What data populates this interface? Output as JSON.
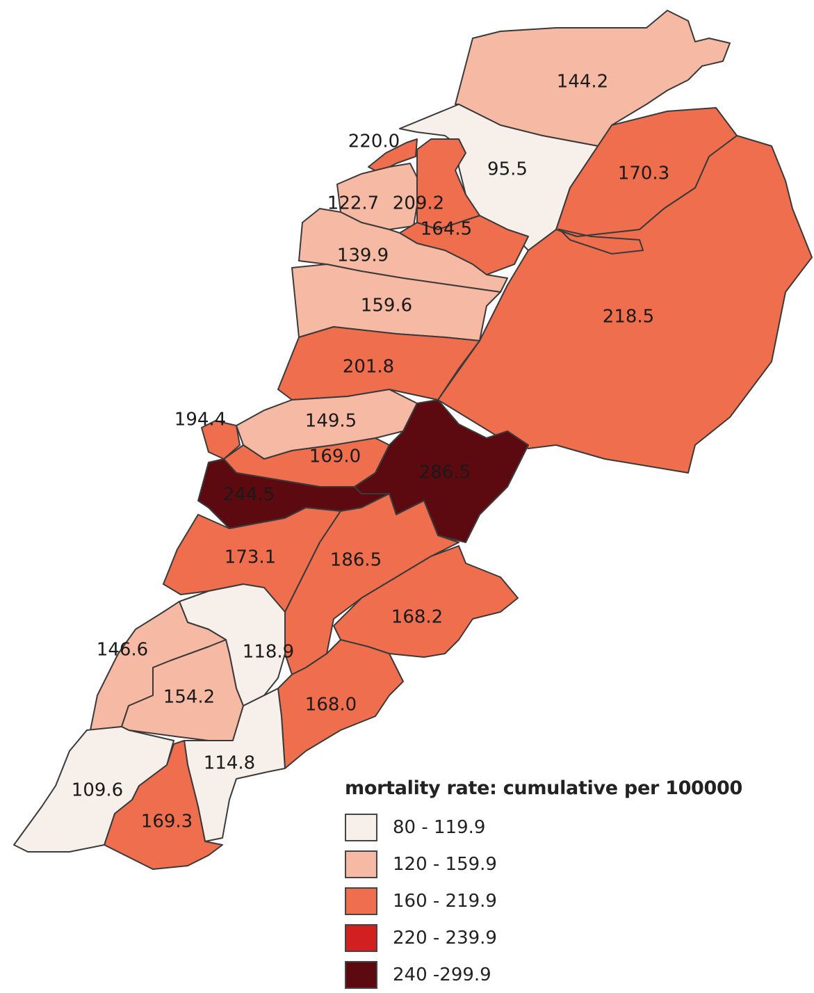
{
  "legend": {
    "title": "mortality rate: cumulative per 100000",
    "classes": [
      {
        "label": "80 - 119.9",
        "color": "#f6efea"
      },
      {
        "label": "120 - 159.9",
        "color": "#f6b9a3"
      },
      {
        "label": "160 - 219.9",
        "color": "#ee6e4e"
      },
      {
        "label": "220 - 239.9",
        "color": "#d21f1f"
      },
      {
        "label": "240 -299.9",
        "color": "#5c0a10"
      }
    ]
  },
  "regions": [
    {
      "id": "akkar",
      "label": "144.2",
      "class": 1
    },
    {
      "id": "tripoli",
      "label": "220.0",
      "class": 2
    },
    {
      "id": "minieh-dennieh",
      "label": "95.5",
      "class": 0
    },
    {
      "id": "hermel",
      "label": "170.3",
      "class": 2
    },
    {
      "id": "zgharta",
      "label": "122.7",
      "class": 1
    },
    {
      "id": "north-central",
      "label": "209.2",
      "class": 2
    },
    {
      "id": "bsharri",
      "label": "164.5",
      "class": 2
    },
    {
      "id": "batroun",
      "label": "139.9",
      "class": 1
    },
    {
      "id": "baalbek",
      "label": "218.5",
      "class": 2
    },
    {
      "id": "byblos",
      "label": "159.6",
      "class": 1
    },
    {
      "id": "keserwan",
      "label": "201.8",
      "class": 2
    },
    {
      "id": "beirut",
      "label": "194.4",
      "class": 2
    },
    {
      "id": "metn",
      "label": "149.5",
      "class": 1
    },
    {
      "id": "baabda",
      "label": "169.0",
      "class": 2
    },
    {
      "id": "aley",
      "label": "244.5",
      "class": 4
    },
    {
      "id": "zahle",
      "label": "286.5",
      "class": 4
    },
    {
      "id": "chouf",
      "label": "173.1",
      "class": 2
    },
    {
      "id": "west-bekaa",
      "label": "186.5",
      "class": 2
    },
    {
      "id": "rachaya",
      "label": "168.2",
      "class": 2
    },
    {
      "id": "jezzine",
      "label": "118.9",
      "class": 0
    },
    {
      "id": "sidon",
      "label": "146.6",
      "class": 1
    },
    {
      "id": "nabatieh",
      "label": "154.2",
      "class": 1
    },
    {
      "id": "hasbaya",
      "label": "168.0",
      "class": 2
    },
    {
      "id": "marjeyoun",
      "label": "114.8",
      "class": 0
    },
    {
      "id": "tyre",
      "label": "109.6",
      "class": 0
    },
    {
      "id": "bint-jbeil",
      "label": "169.3",
      "class": 2
    }
  ]
}
